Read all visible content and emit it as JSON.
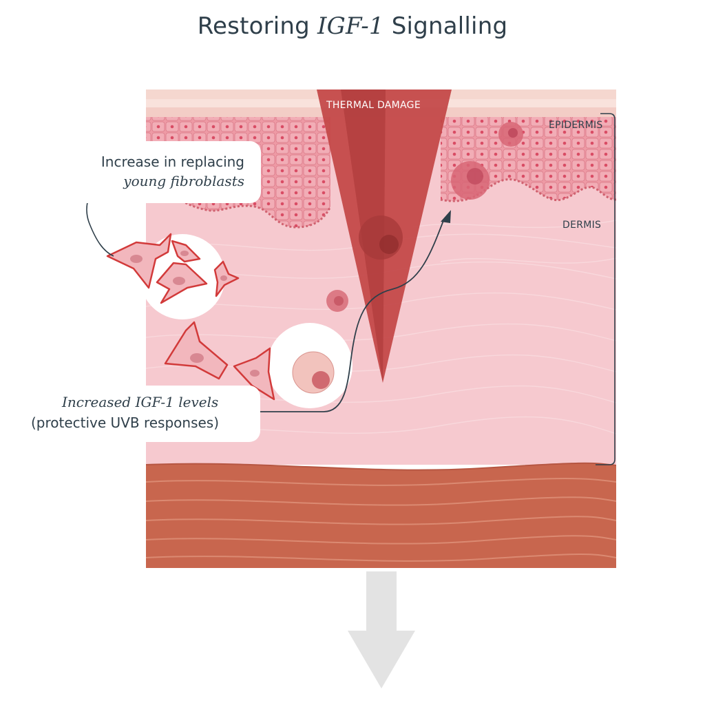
{
  "title": {
    "prefix": "Restoring ",
    "italic": "IGF-1",
    "suffix": " Signalling"
  },
  "labels": {
    "thermal_damage": "THERMAL DAMAGE",
    "epidermis": "EPIDERMIS",
    "dermis": "DERMIS"
  },
  "callouts": {
    "fibroblasts": {
      "line1": "Increase in replacing",
      "line2": "young fibroblasts"
    },
    "igf": {
      "line1": "Increased IGF-1 levels",
      "line2": "(protective UVB responses)"
    }
  },
  "colors": {
    "text": "#2f3f4a",
    "dermis": "#f6c9cf",
    "epidermis": "#ea8f9b",
    "damage": "#b83a3a",
    "subcutis": "#c8664e",
    "arrow": "#e3e3e3"
  }
}
